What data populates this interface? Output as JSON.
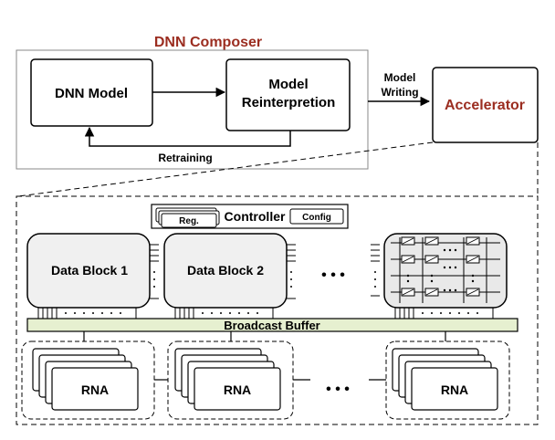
{
  "composer": {
    "title": "DNN Composer",
    "dnn_model": "DNN Model",
    "reinterp_line1": "Model",
    "reinterp_line2": "Reinterpretion",
    "retraining": "Retraining"
  },
  "writing": {
    "line1": "Model",
    "line2": "Writing"
  },
  "accelerator": {
    "label": "Accelerator"
  },
  "controller": {
    "label": "Controller",
    "reg": "Reg.",
    "config": "Config"
  },
  "blocks": {
    "block1": "Data Block 1",
    "block2": "Data Block 2",
    "ellipsis": "• • •"
  },
  "broadcast": {
    "label": "Broadcast Buffer"
  },
  "rna": {
    "label": "RNA",
    "ellipsis": "• • •"
  },
  "colors": {
    "title_red": "#9b2d20",
    "buffer_fill": "#e6f0d0",
    "grid_cell": "#dddddd"
  }
}
